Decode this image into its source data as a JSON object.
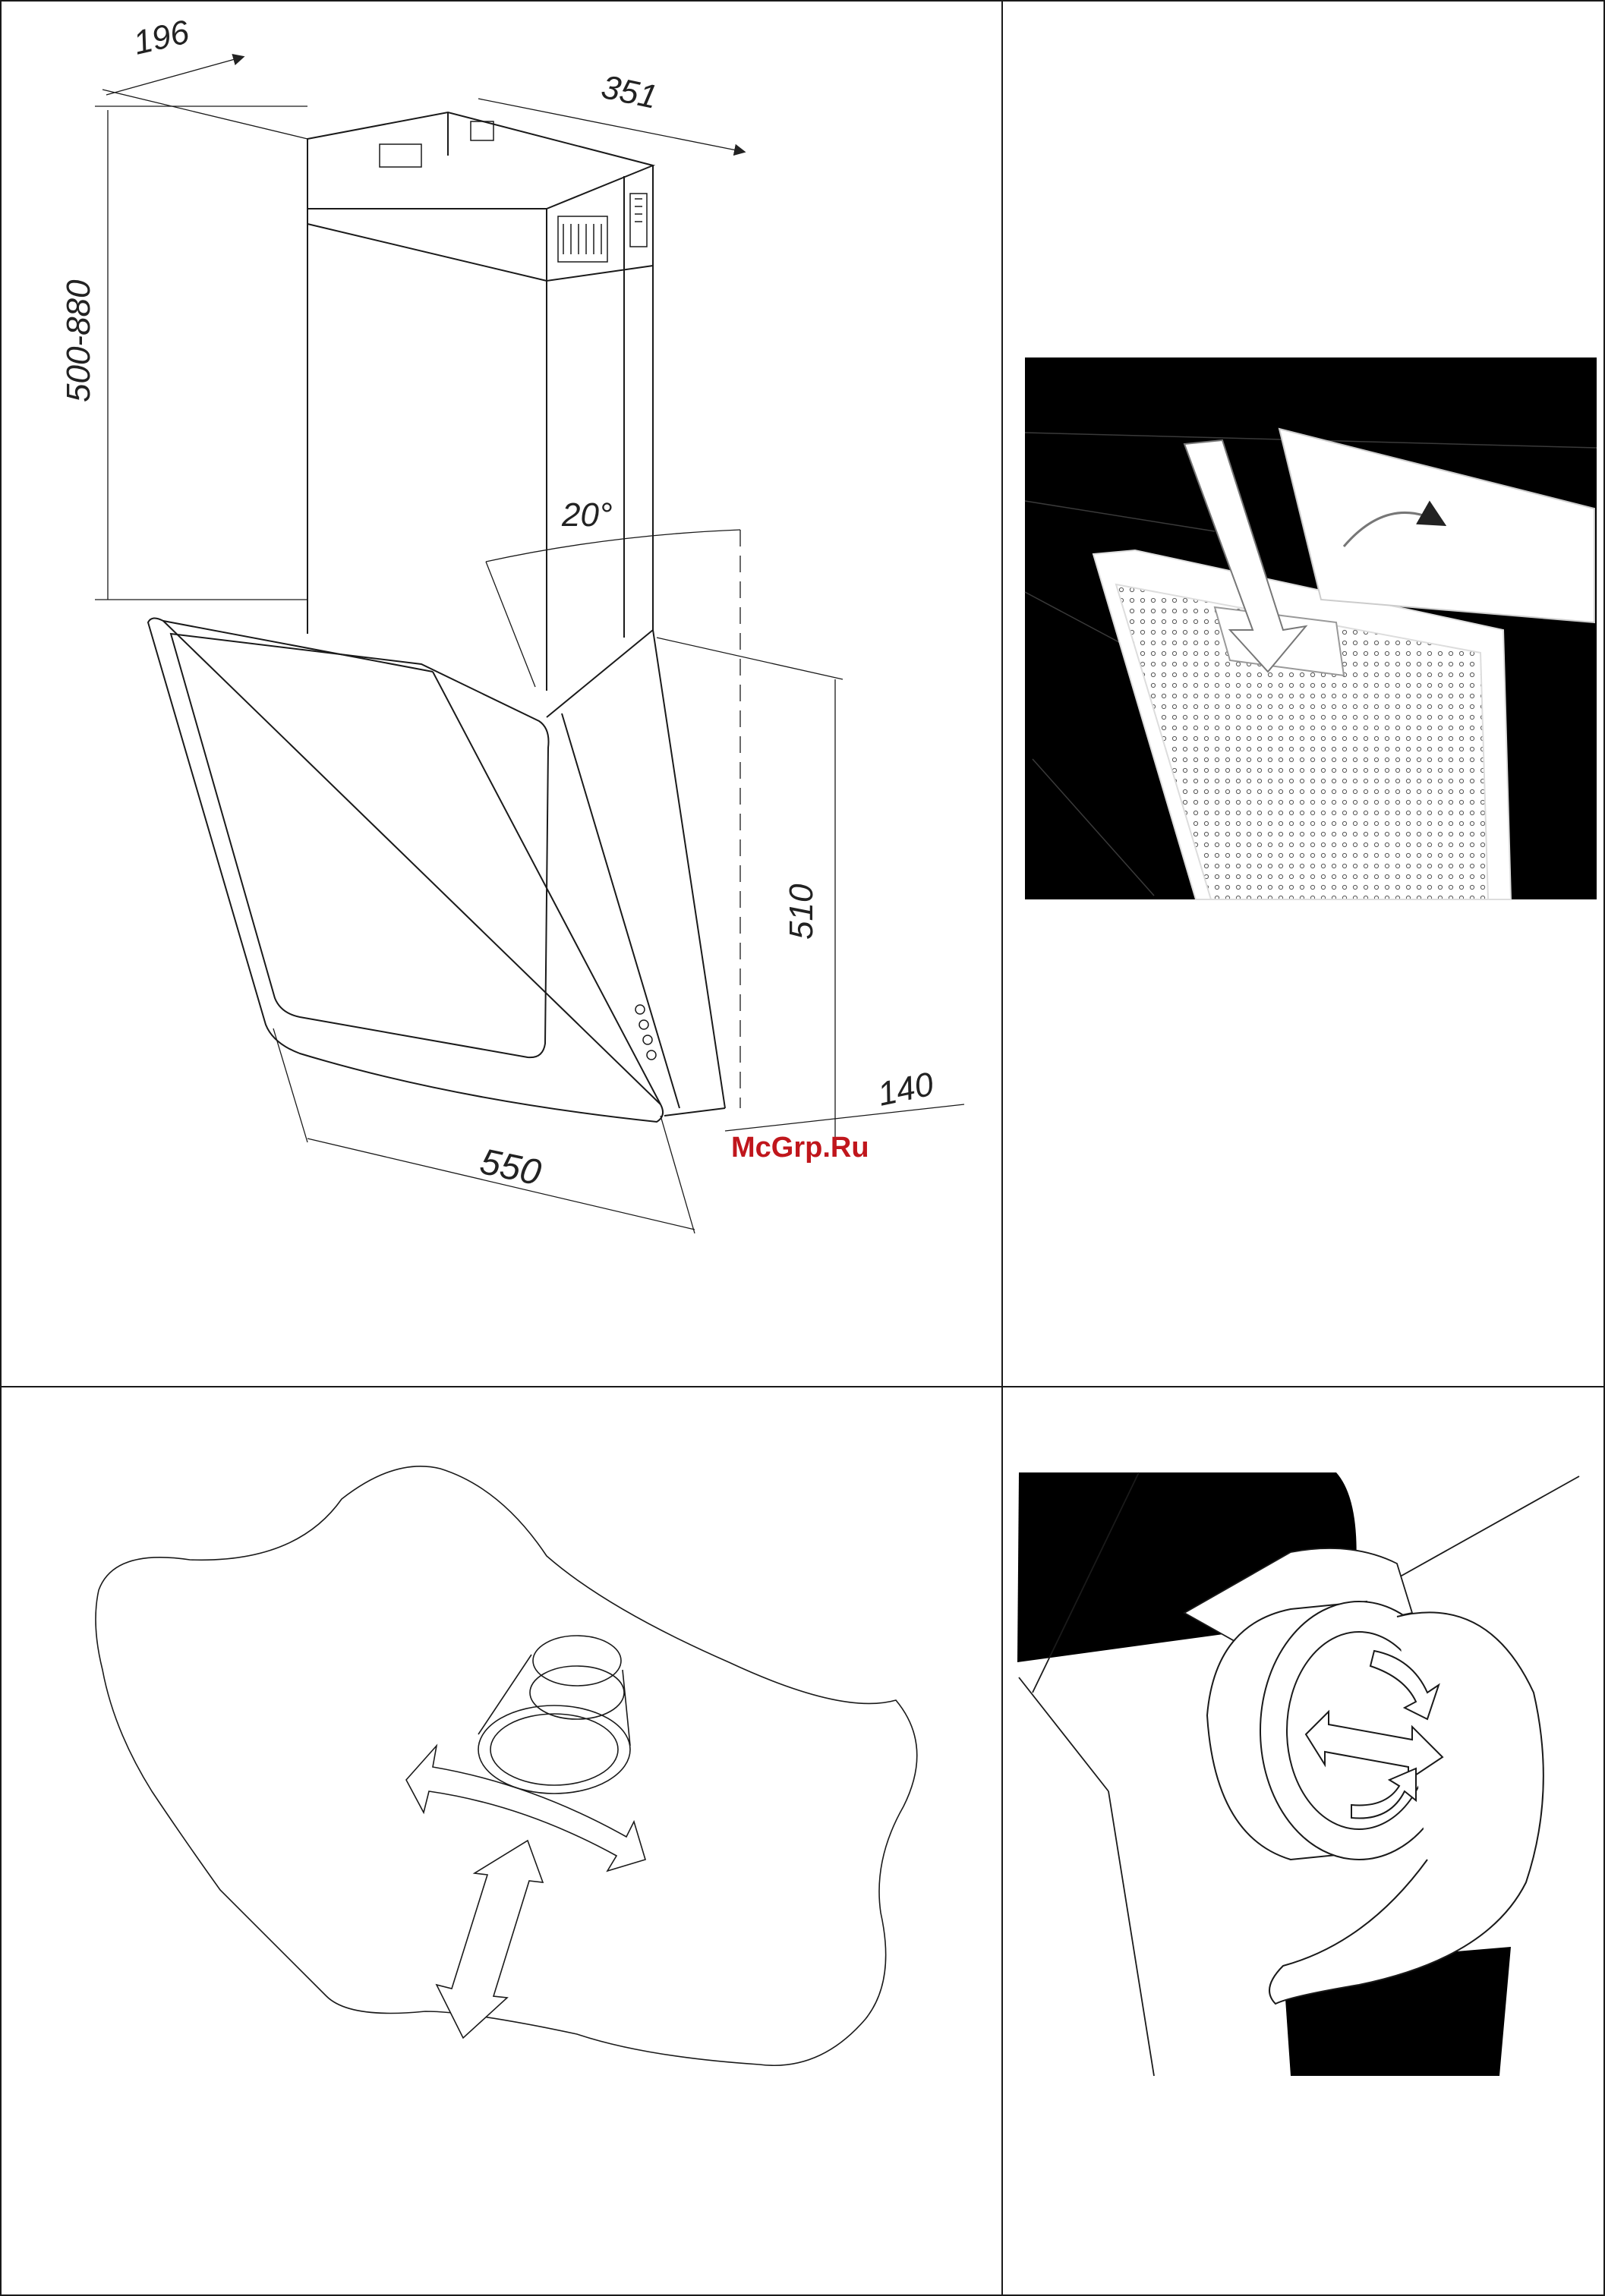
{
  "dimensions": {
    "chimney_depth": "196",
    "chimney_width": "351",
    "chimney_height": "500-880",
    "tilt_angle": "20°",
    "hood_height": "510",
    "hood_depth": "140",
    "hood_width": "550"
  },
  "watermark": "McGrp.Ru",
  "colors": {
    "line": "#1a1a1a",
    "photo_dark": "#000000",
    "watermark": "#c0161c"
  },
  "panels": [
    {
      "name": "dimension-drawing"
    },
    {
      "name": "filter-installation"
    },
    {
      "name": "wall-flange-adjustment"
    },
    {
      "name": "duct-connection"
    }
  ]
}
